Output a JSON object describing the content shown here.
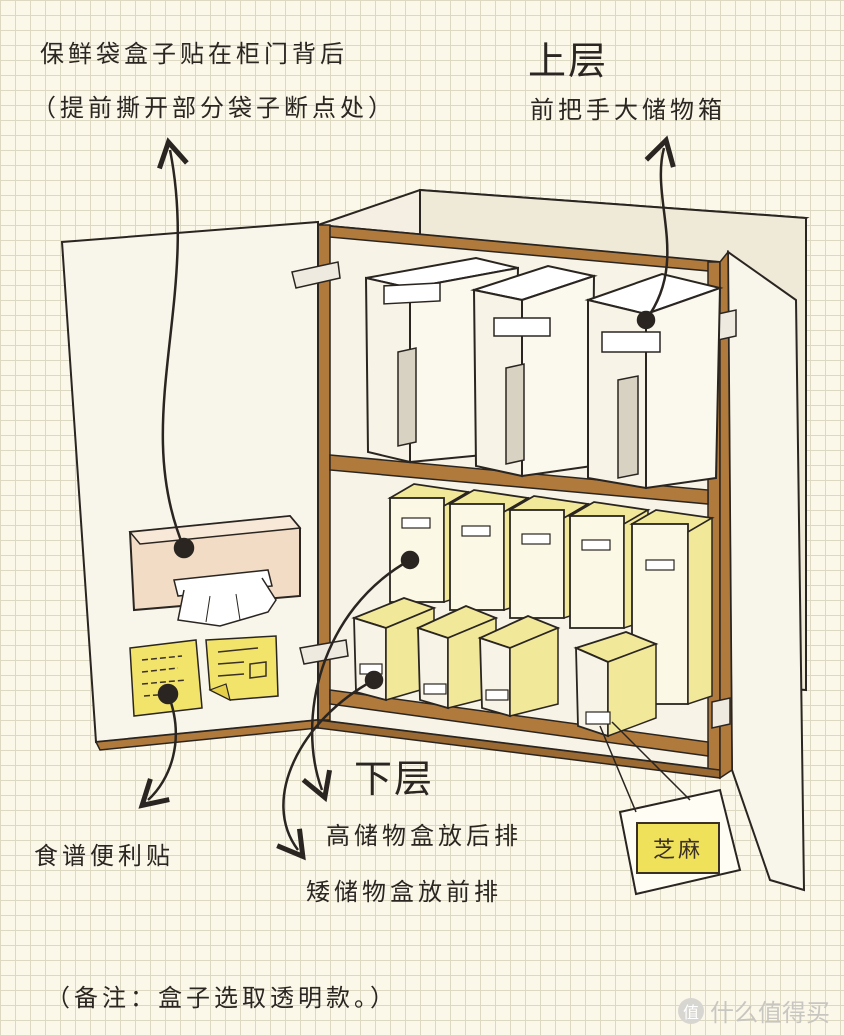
{
  "labels": {
    "door_title": "保鲜袋盒子贴在柜门背后",
    "door_note": "（提前撕开部分袋子断点处）",
    "upper_title": "上层",
    "upper_desc": "前把手大储物箱",
    "recipe": "食谱便利贴",
    "lower_title": "下层",
    "lower_tall": "高储物盒放后排",
    "lower_short": "矮储物盒放前排",
    "sesame_tag": "芝麻",
    "footnote": "（备注：盒子选取透明款。）"
  },
  "watermark": {
    "badge": "值",
    "text": "什么值得买"
  },
  "colors": {
    "paper": "#fbf8ea",
    "grid": "#ddd8c2",
    "wood": "#b07a3c",
    "cabinet": "#f6f3ea",
    "box_lid_yellow": "#f2e89a",
    "box_body": "#fbf8e6",
    "note_yellow": "#f2e46a",
    "bag_box": "#f2dcc6",
    "ink": "#2a2520"
  }
}
